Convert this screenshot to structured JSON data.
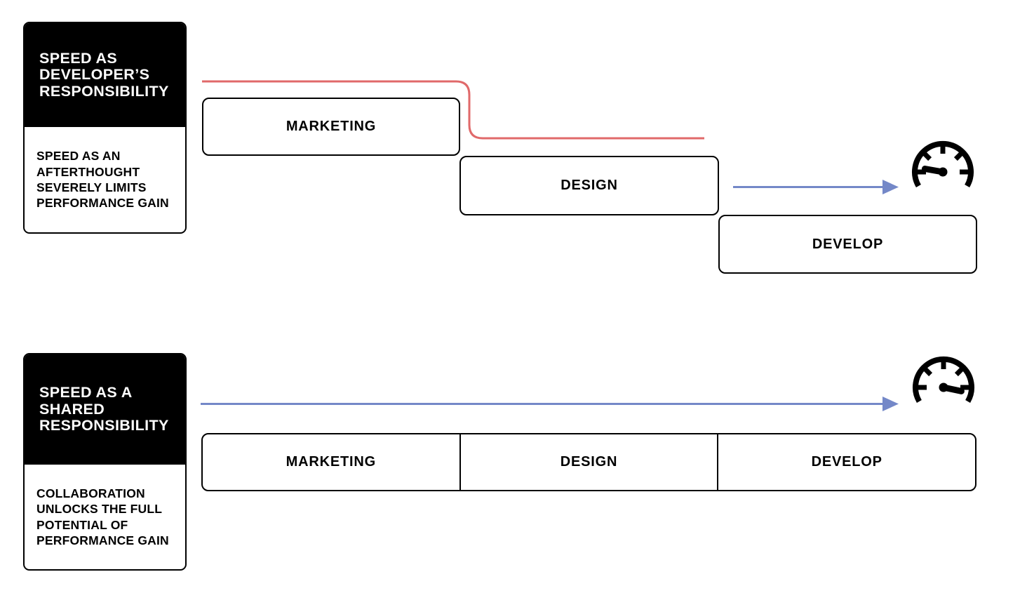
{
  "colors": {
    "accent_red": "#E0696A",
    "accent_blue": "#7488C8",
    "shape_black": "#000000"
  },
  "icons": {
    "top_result": "speedometer-low-icon",
    "bottom_result": "speedometer-high-icon"
  },
  "top_section": {
    "card": {
      "title_lines": [
        "SPEED AS",
        "DEVELOPER’S",
        "RESPONSIBILITY"
      ],
      "body_lines": [
        "SPEED AS AN",
        "AFTERTHOUGHT",
        "SEVERELY LIMITS",
        "PERFORMANCE GAIN"
      ]
    },
    "stages": [
      "MARKETING",
      "DESIGN",
      "DEVELOP"
    ]
  },
  "bottom_section": {
    "card": {
      "title_lines": [
        "SPEED AS A",
        "SHARED",
        "RESPONSIBILITY"
      ],
      "body_lines": [
        "COLLABORATION",
        "UNLOCKS THE FULL",
        "POTENTIAL OF",
        "PERFORMANCE GAIN"
      ]
    },
    "stages": [
      "MARKETING",
      "DESIGN",
      "DEVELOP"
    ]
  }
}
